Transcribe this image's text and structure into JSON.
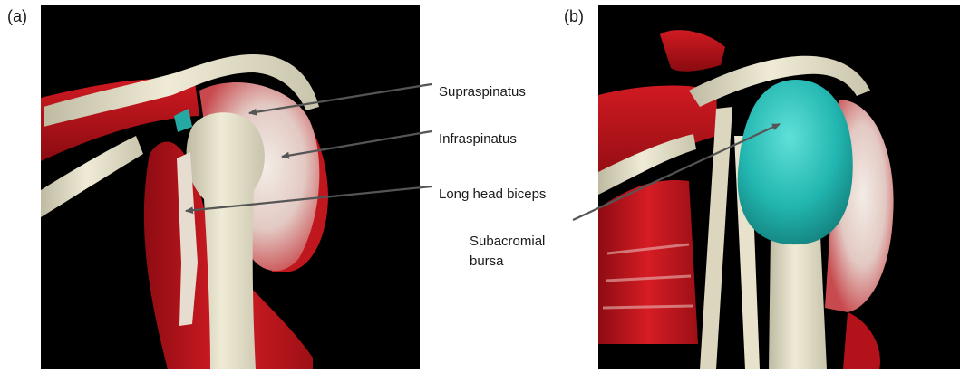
{
  "panels": [
    {
      "label": "(a)"
    },
    {
      "label": "(b)"
    }
  ],
  "callouts": {
    "supraspinatus": "Supraspinatus",
    "infraspinatus": "Infraspinatus",
    "long_head_biceps": "Long head biceps",
    "subacromial_line1": "Subacromial",
    "subacromial_line2": "bursa"
  },
  "colors": {
    "background": "#000000",
    "muscle": "#c8161e",
    "bone": "#e8e4cf",
    "bursa": "#1fb5b0",
    "leader": "#555555"
  }
}
